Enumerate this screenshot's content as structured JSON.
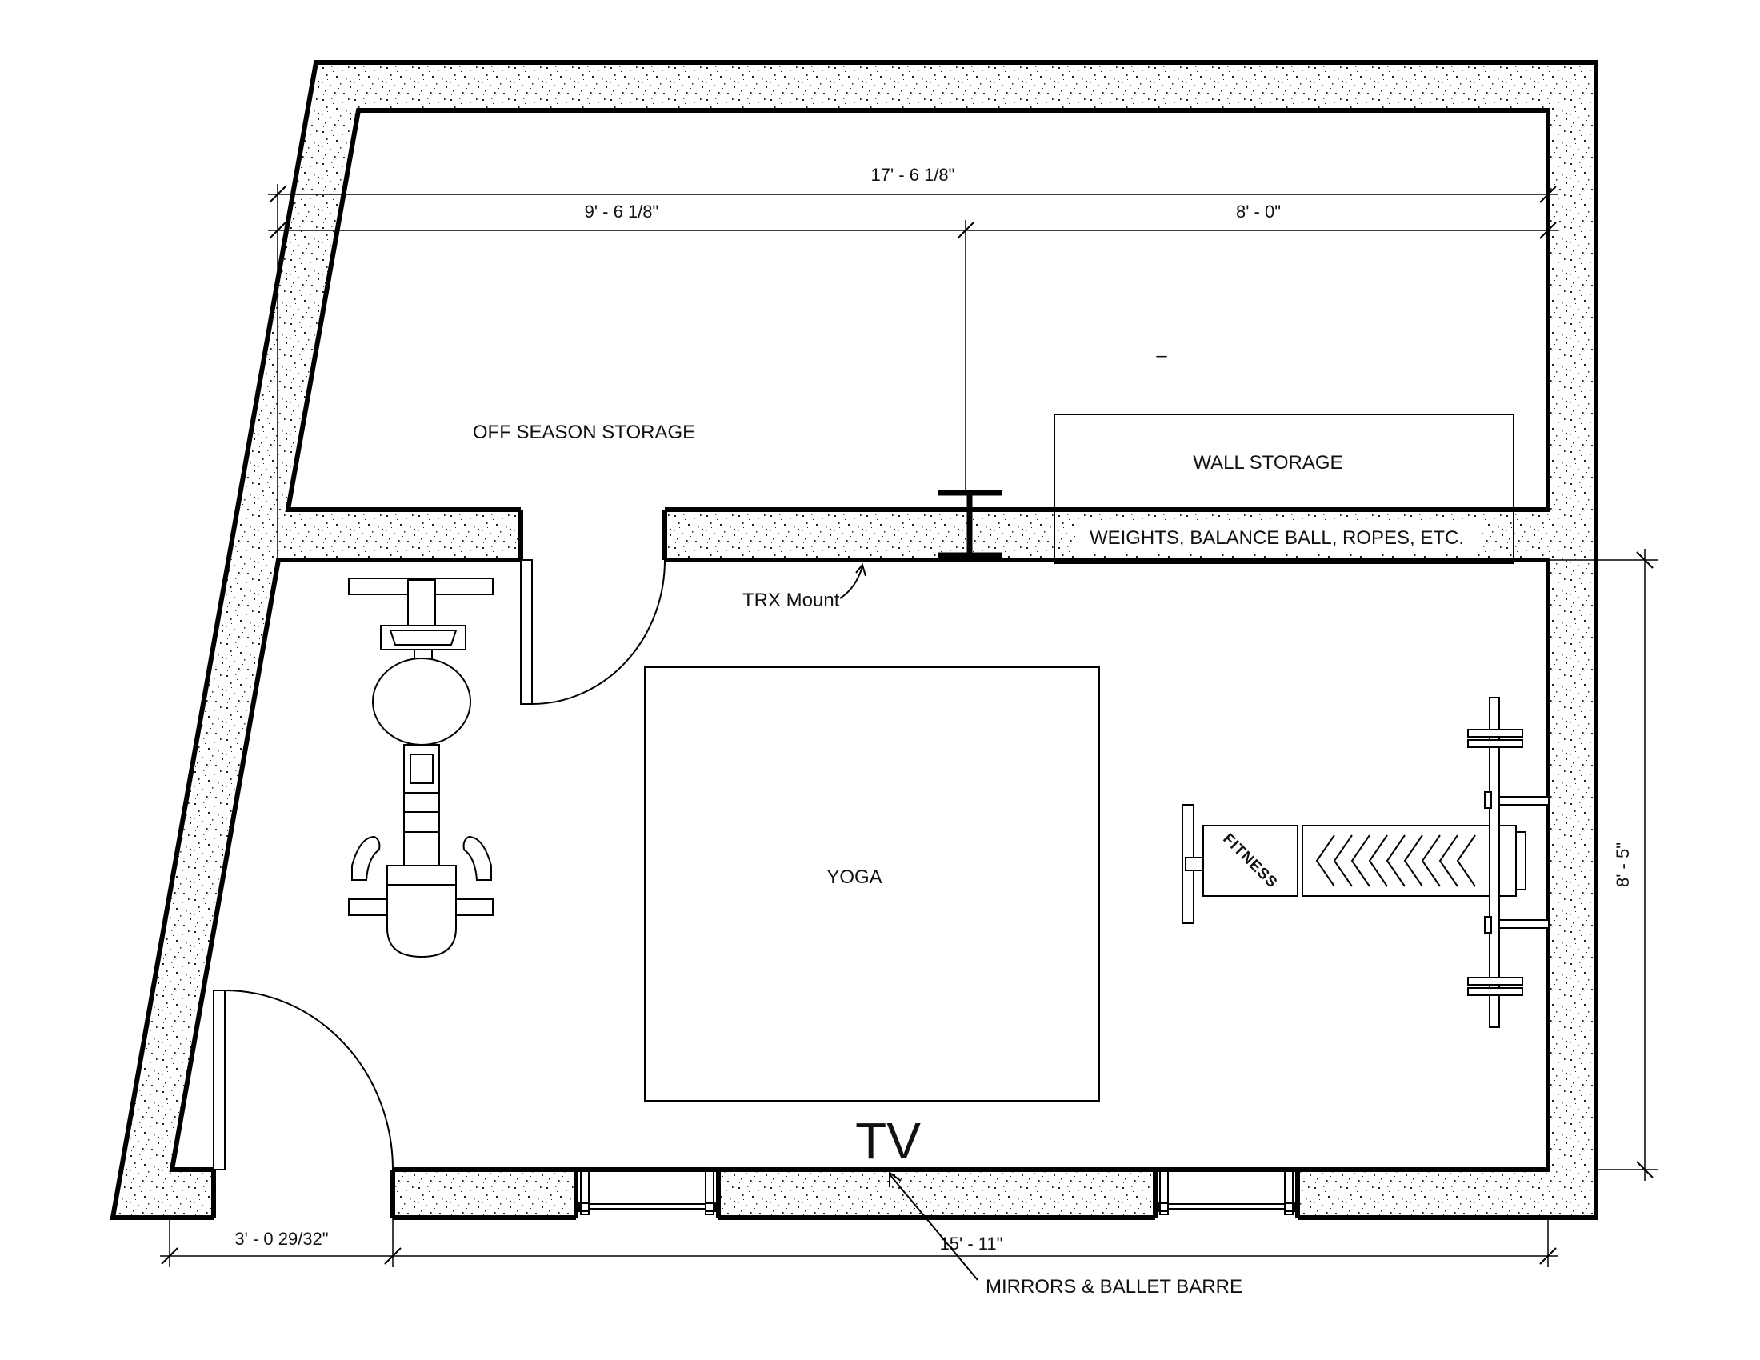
{
  "labels": {
    "off_season_storage": "OFF SEASON STORAGE",
    "wall_storage": "WALL STORAGE",
    "weights_note": "WEIGHTS, BALANCE BALL, ROPES, ETC.",
    "trx_mount": "TRX Mount",
    "yoga": "YOGA",
    "tv": "TV",
    "mirrors_barre": "MIRRORS & BALLET BARRE",
    "bench_brand": "FITNESS",
    "dash_mark": "–"
  },
  "dimensions": {
    "overall_width": "17' - 6 1/8\"",
    "left_segment": "9' - 6 1/8\"",
    "right_segment": "8' - 0\"",
    "room_depth": "8' - 5\"",
    "door_width": "3' - 0 29/32\"",
    "front_wall": "15' - 11\""
  },
  "colors": {
    "line": "#000000",
    "wall_fill": "#ffffff",
    "speckle": "#222222"
  }
}
